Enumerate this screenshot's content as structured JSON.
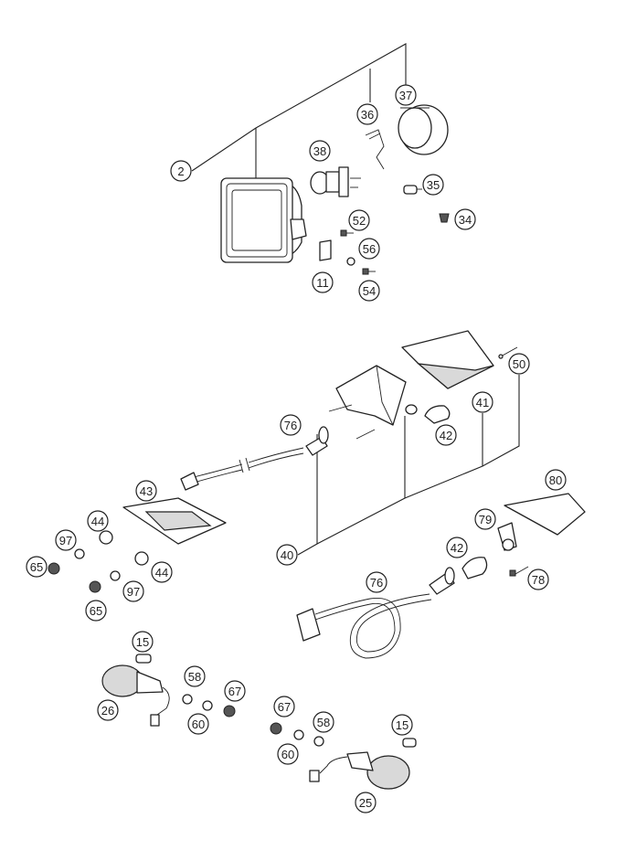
{
  "callouts": [
    {
      "id": "c2",
      "label": "2"
    },
    {
      "id": "c37",
      "label": "37"
    },
    {
      "id": "c36",
      "label": "36"
    },
    {
      "id": "c38",
      "label": "38"
    },
    {
      "id": "c35",
      "label": "35"
    },
    {
      "id": "c34",
      "label": "34"
    },
    {
      "id": "c52",
      "label": "52"
    },
    {
      "id": "c56",
      "label": "56"
    },
    {
      "id": "c11",
      "label": "11"
    },
    {
      "id": "c54",
      "label": "54"
    },
    {
      "id": "c50",
      "label": "50"
    },
    {
      "id": "c76a",
      "label": "76"
    },
    {
      "id": "c41",
      "label": "41"
    },
    {
      "id": "c42a",
      "label": "42"
    },
    {
      "id": "c43",
      "label": "43"
    },
    {
      "id": "c80",
      "label": "80"
    },
    {
      "id": "c79",
      "label": "79"
    },
    {
      "id": "c44a",
      "label": "44"
    },
    {
      "id": "c97a",
      "label": "97"
    },
    {
      "id": "c65a",
      "label": "65"
    },
    {
      "id": "c44b",
      "label": "44"
    },
    {
      "id": "c97b",
      "label": "97"
    },
    {
      "id": "c65b",
      "label": "65"
    },
    {
      "id": "c40",
      "label": "40"
    },
    {
      "id": "c42b",
      "label": "42"
    },
    {
      "id": "c78",
      "label": "78"
    },
    {
      "id": "c76b",
      "label": "76"
    },
    {
      "id": "c15a",
      "label": "15"
    },
    {
      "id": "c58a",
      "label": "58"
    },
    {
      "id": "c67a",
      "label": "67"
    },
    {
      "id": "c26",
      "label": "26"
    },
    {
      "id": "c60a",
      "label": "60"
    },
    {
      "id": "c67b",
      "label": "67"
    },
    {
      "id": "c58b",
      "label": "58"
    },
    {
      "id": "c15b",
      "label": "15"
    },
    {
      "id": "c60b",
      "label": "60"
    },
    {
      "id": "c25",
      "label": "25"
    }
  ]
}
